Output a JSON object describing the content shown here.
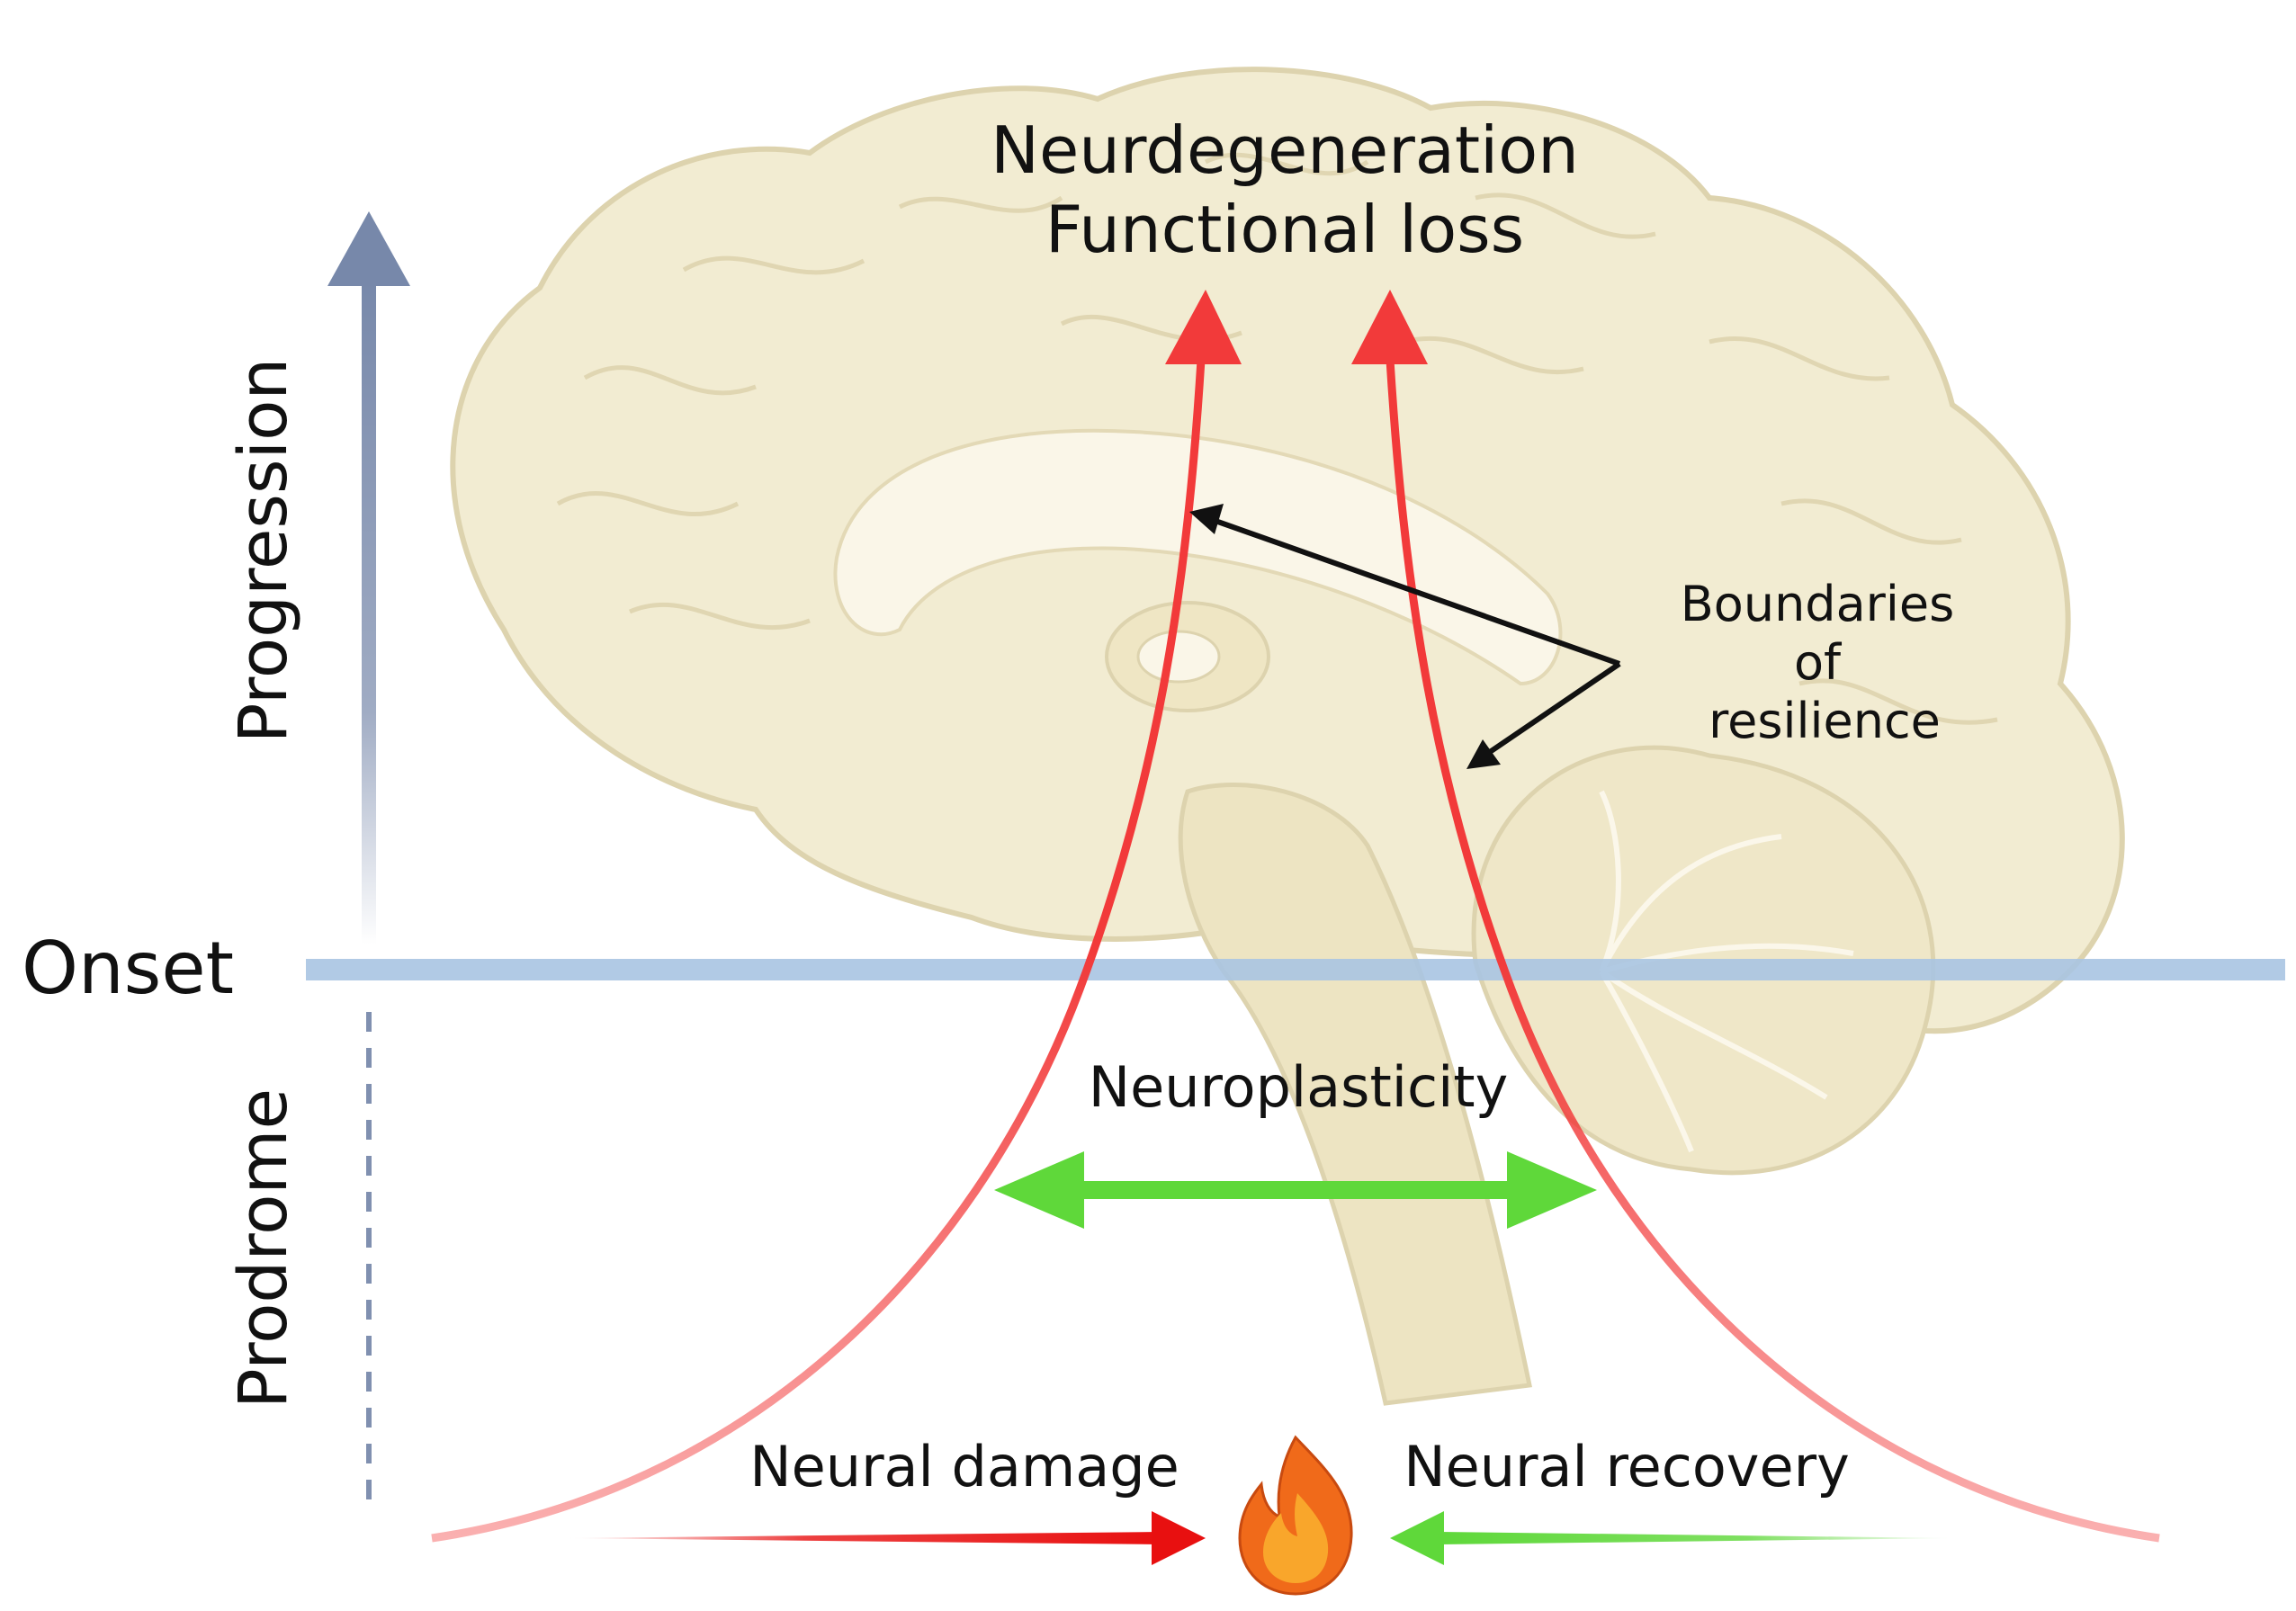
{
  "title": {
    "line1": "Neurdegeneration",
    "line2": "Functional loss"
  },
  "axis": {
    "progression": "Progression",
    "onset": "Onset",
    "prodrome": "Prodrome"
  },
  "annotations": {
    "boundaries_line1": "Boundaries",
    "boundaries_line2": "of",
    "boundaries_line3": "resilience",
    "neuroplasticity": "Neuroplasticity",
    "neural_damage": "Neural damage",
    "neural_recovery": "Neural recovery"
  },
  "icons": {
    "center": "flame-icon",
    "background": "brain-sagittal-illustration"
  },
  "colors": {
    "brain_fill": "#f2ecd2",
    "brain_outline": "#d9cfaa",
    "progression_arrow": "#8090b0",
    "onset_line": "#a9c4e2",
    "boundary_arrows": "#f23a3a",
    "neuroplasticity_arrow": "#5fd83a",
    "damage_arrow": "#e81010",
    "recovery_arrow": "#5fd83a",
    "flame_outer": "#f06a1a",
    "flame_inner": "#f9a62b",
    "text": "#111111"
  }
}
